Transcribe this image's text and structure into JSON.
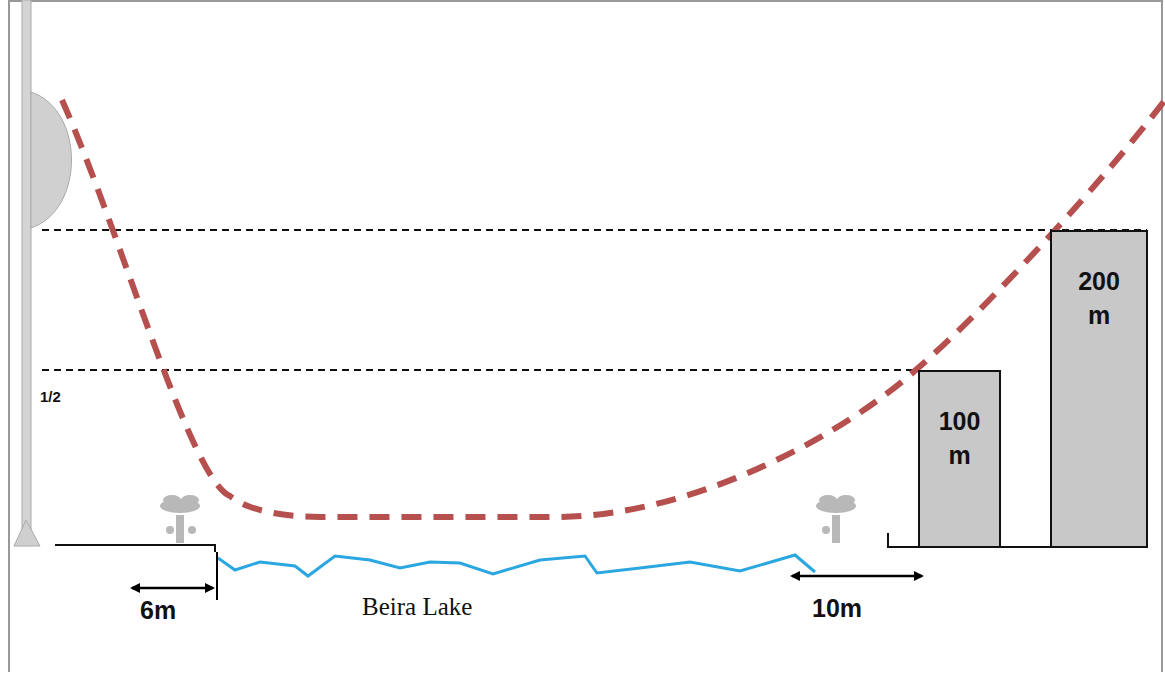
{
  "diagram": {
    "nodes": [
      {
        "text": [
          "100 m"
        ]
      },
      {
        "text": [
          "200 m"
        ]
      }
    ],
    "labels": [
      "1/2",
      "6m",
      "Beira Lake",
      "10m"
    ]
  }
}
